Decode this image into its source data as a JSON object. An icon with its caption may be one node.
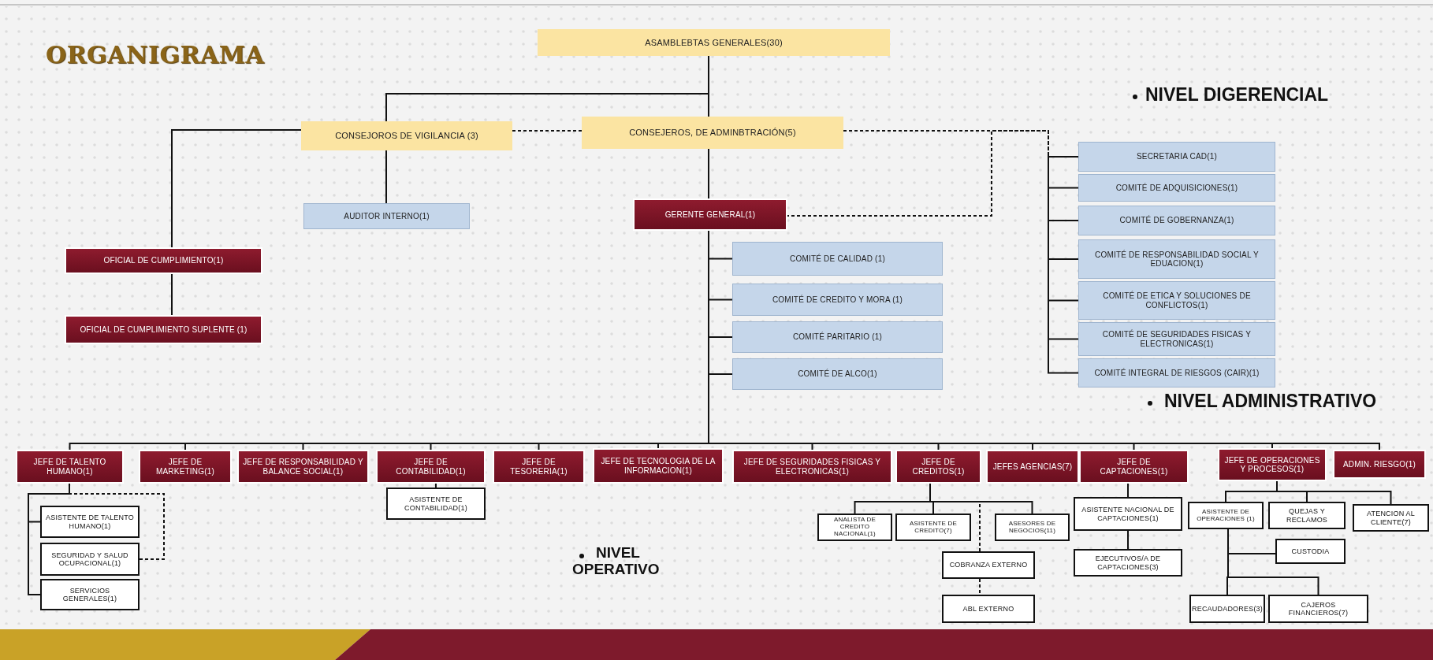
{
  "diagram": {
    "title": "ORGANIGRAMA",
    "nodes": [
      {
        "text": [
          "ASAMBLEBTAS GENERALES(30)"
        ]
      },
      {
        "text": [
          "CONSEJOROS DE VIGILANCIA (3)"
        ]
      },
      {
        "text": [
          "CONSEJEROS, DE ADMINBTRACIÓN(5)"
        ]
      },
      {
        "text": [
          "AUDITOR INTERNO(1)"
        ]
      },
      {
        "text": [
          "GERENTE GENERAL(1)"
        ]
      },
      {
        "text": [
          "OFICIAL DE CUMPLIMIENTO(1)"
        ]
      },
      {
        "text": [
          "OFICIAL DE CUMPLIMIENTO SUPLENTE (1)"
        ]
      },
      {
        "text": [
          "COMITÉ DE CALIDAD (1)"
        ]
      },
      {
        "text": [
          "COMITÉ DE CREDITO Y MORA (1)"
        ]
      },
      {
        "text": [
          "COMITÉ PARITARIO (1)"
        ]
      },
      {
        "text": [
          "COMITÉ DE ALCO(1)"
        ]
      },
      {
        "text": [
          "SECRETARIA CAD(1)"
        ]
      },
      {
        "text": [
          "COMITÉ DE ADQUISICIONES(1)"
        ]
      },
      {
        "text": [
          "COMITÉ DE GOBERNANZA(1)"
        ]
      },
      {
        "text": [
          "COMITÉ DE RESPONSABILIDAD SOCIAL Y EDUACION(1)"
        ]
      },
      {
        "text": [
          "COMITÉ DE ETICA Y SOLUCIONES DE CONFLICTOS(1)"
        ]
      },
      {
        "text": [
          "COMITÉ DE SEGURIDADES FISICAS Y ELECTRONICAS(1)"
        ]
      },
      {
        "text": [
          "COMITÉ INTEGRAL DE RIESGOS (CAIR)(1)"
        ]
      },
      {
        "text": [
          "JEFE DE TALENTO HUMANO(1)"
        ]
      },
      {
        "text": [
          "JEFE DE MARKETING(1)"
        ]
      },
      {
        "text": [
          "JEFE DE RESPONSABILIDAD Y BALANCE SOCIAL(1)"
        ]
      },
      {
        "text": [
          "JEFE DE CONTABILIDAD(1)"
        ]
      },
      {
        "text": [
          "JEFE DE TESORERIA(1)"
        ]
      },
      {
        "text": [
          "JEFE DE TECNOLOGIA DE LA INFORMACION(1)"
        ]
      },
      {
        "text": [
          "JEFE DE SEGURIDADES FISICAS Y ELECTRONICAS(1)"
        ]
      },
      {
        "text": [
          "JEFE DE CREDITOS(1)"
        ]
      },
      {
        "text": [
          "JEFES AGENCIAS(7)"
        ]
      },
      {
        "text": [
          "JEFE DE CAPTACIONES(1)"
        ]
      },
      {
        "text": [
          "JEFE DE OPERACIONES Y PROCESOS(1)"
        ]
      },
      {
        "text": [
          "ADMIN. RIESGO(1)"
        ]
      },
      {
        "text": [
          "ASISTENTE DE TALENTO HUMANO(1)"
        ]
      },
      {
        "text": [
          "SEGURIDAD Y SALUD OCUPACIONAL(1)"
        ]
      },
      {
        "text": [
          "SERVICIOS GENERALES(1)"
        ]
      },
      {
        "text": [
          "ASISTENTE DE CONTABILIDAD(1)"
        ]
      },
      {
        "text": [
          "ANALISTA DE CREDITO NACIONAL(1)"
        ]
      },
      {
        "text": [
          "ASISTENTE DE CREDITO(7)"
        ]
      },
      {
        "text": [
          "ASESORES DE NEGOCIOS(11)"
        ]
      },
      {
        "text": [
          "COBRANZA EXTERNO"
        ]
      },
      {
        "text": [
          "ABL EXTERNO"
        ]
      },
      {
        "text": [
          "ASISTENTE NACIONAL DE CAPTACIONES(1)"
        ]
      },
      {
        "text": [
          "EJECUTIVOS/A DE CAPTACIONES(3)"
        ]
      },
      {
        "text": [
          "ASISTENTE DE OPERACIONES (1)"
        ]
      },
      {
        "text": [
          "QUEJAS Y RECLAMOS"
        ]
      },
      {
        "text": [
          "ATENCION AL CLIENTE(7)"
        ]
      },
      {
        "text": [
          "CUSTODIA"
        ]
      },
      {
        "text": [
          "RECAUDADORES(3)"
        ]
      },
      {
        "text": [
          "CAJEROS FINANCIEROS(7)"
        ]
      }
    ],
    "edges": [
      {
        "from": 0,
        "to": 1,
        "arrow": "none"
      },
      {
        "from": 0,
        "to": 2,
        "arrow": "none"
      },
      {
        "from": 1,
        "to": 3,
        "arrow": "none"
      },
      {
        "from": 1,
        "to": 5,
        "arrow": "none"
      },
      {
        "from": 5,
        "to": 6,
        "arrow": "none"
      },
      {
        "from": 1,
        "to": 2,
        "arrow": "none",
        "style": "dashed"
      },
      {
        "from": 2,
        "to": 4,
        "arrow": "none"
      },
      {
        "from": 2,
        "to": 11,
        "arrow": "none",
        "style": "dashed"
      },
      {
        "from": 4,
        "to": 11,
        "arrow": "none",
        "style": "dashed"
      },
      {
        "from": 11,
        "to": 12,
        "arrow": "none"
      },
      {
        "from": 11,
        "to": 13,
        "arrow": "none"
      },
      {
        "from": 11,
        "to": 14,
        "arrow": "none"
      },
      {
        "from": 11,
        "to": 15,
        "arrow": "none"
      },
      {
        "from": 11,
        "to": 16,
        "arrow": "none"
      },
      {
        "from": 11,
        "to": 17,
        "arrow": "none"
      },
      {
        "from": 4,
        "to": 7,
        "arrow": "none"
      },
      {
        "from": 4,
        "to": 8,
        "arrow": "none"
      },
      {
        "from": 4,
        "to": 9,
        "arrow": "none"
      },
      {
        "from": 4,
        "to": 10,
        "arrow": "none"
      },
      {
        "from": 4,
        "to": 18,
        "arrow": "none"
      },
      {
        "from": 4,
        "to": 19,
        "arrow": "none"
      },
      {
        "from": 4,
        "to": 20,
        "arrow": "none"
      },
      {
        "from": 4,
        "to": 21,
        "arrow": "none"
      },
      {
        "from": 4,
        "to": 22,
        "arrow": "none"
      },
      {
        "from": 4,
        "to": 23,
        "arrow": "none"
      },
      {
        "from": 4,
        "to": 24,
        "arrow": "none"
      },
      {
        "from": 4,
        "to": 25,
        "arrow": "none"
      },
      {
        "from": 4,
        "to": 26,
        "arrow": "none"
      },
      {
        "from": 4,
        "to": 27,
        "arrow": "none"
      },
      {
        "from": 4,
        "to": 28,
        "arrow": "none"
      },
      {
        "from": 4,
        "to": 29,
        "arrow": "none"
      },
      {
        "from": 18,
        "to": 30,
        "arrow": "none"
      },
      {
        "from": 18,
        "to": 31,
        "arrow": "none",
        "style": "dashed"
      },
      {
        "from": 18,
        "to": 32,
        "arrow": "none"
      },
      {
        "from": 21,
        "to": 33,
        "arrow": "none"
      },
      {
        "from": 25,
        "to": 34,
        "arrow": "none"
      },
      {
        "from": 25,
        "to": 35,
        "arrow": "none"
      },
      {
        "from": 25,
        "to": 36,
        "arrow": "none"
      },
      {
        "from": 25,
        "to": 37,
        "arrow": "none",
        "style": "dashed"
      },
      {
        "from": 37,
        "to": 38,
        "arrow": "none",
        "style": "dashed"
      },
      {
        "from": 27,
        "to": 39,
        "arrow": "none"
      },
      {
        "from": 39,
        "to": 40,
        "arrow": "none"
      },
      {
        "from": 28,
        "to": 41,
        "arrow": "none"
      },
      {
        "from": 28,
        "to": 42,
        "arrow": "none"
      },
      {
        "from": 28,
        "to": 43,
        "arrow": "none"
      },
      {
        "from": 41,
        "to": 44,
        "arrow": "none"
      },
      {
        "from": 41,
        "to": 45,
        "arrow": "none"
      },
      {
        "from": 41,
        "to": 46,
        "arrow": "none"
      }
    ],
    "labels": [
      "NIVEL DIGERENCIAL",
      "NIVEL ADMINISTRATIVO",
      "NIVEL OPERATIVO"
    ]
  }
}
